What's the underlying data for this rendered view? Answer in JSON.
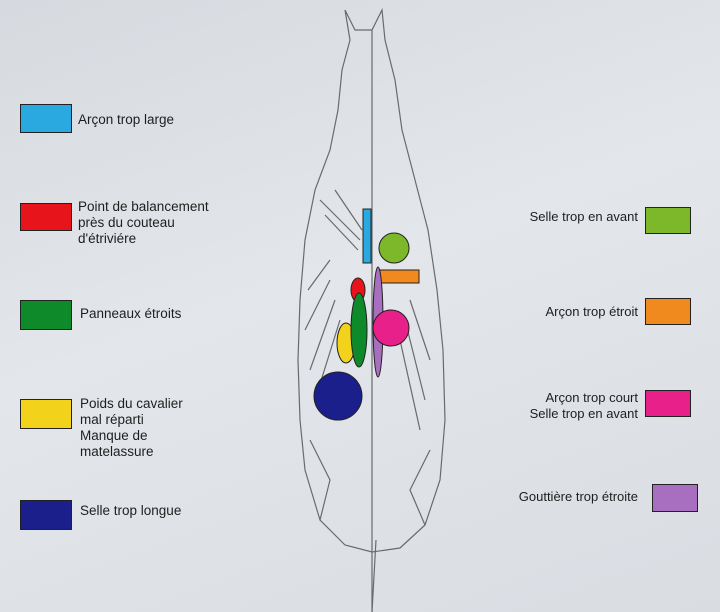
{
  "legend_left": [
    {
      "label": "Arçon trop large",
      "color": "#2aa8e0"
    },
    {
      "label": "Point de balancement\nprès du couteau\nd'étriviére",
      "color": "#e8141c"
    },
    {
      "label": "Panneaux étroits",
      "color": "#0f8a2a"
    },
    {
      "label": "Poids du cavalier\nmal réparti\nManque de\nmatelassure",
      "color": "#f2d21a"
    },
    {
      "label": "Selle trop longue",
      "color": "#1a1f8c"
    }
  ],
  "legend_right": [
    {
      "label": "Selle trop en avant",
      "color": "#7cb82a"
    },
    {
      "label": "Arçon trop étroit",
      "color": "#f08a1e"
    },
    {
      "label": "Arçon trop court\nSelle trop en avant",
      "color": "#e8208a"
    },
    {
      "label": "Gouttière trop étroite",
      "color": "#a86ec0"
    }
  ]
}
